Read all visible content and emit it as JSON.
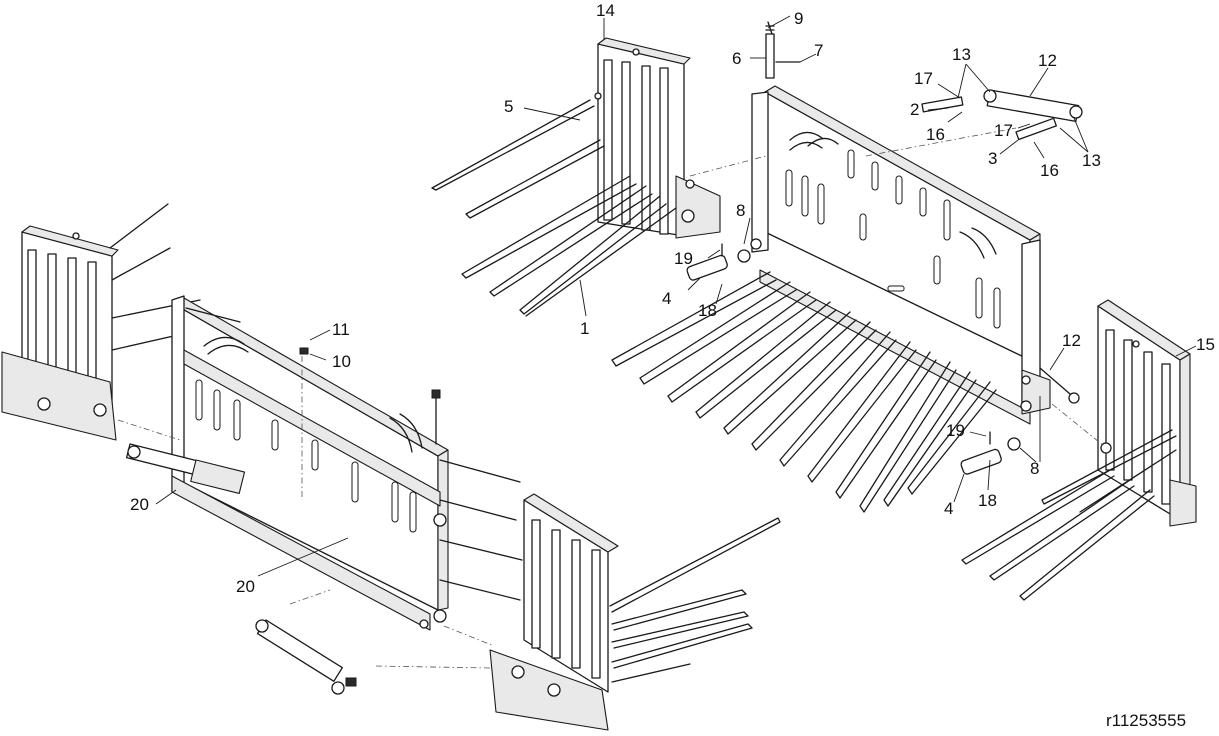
{
  "drawing_number": "r11253555",
  "callouts": {
    "c1": "1",
    "c2": "2",
    "c3": "3",
    "c4a": "4",
    "c4b": "4",
    "c5": "5",
    "c6": "6",
    "c7": "7",
    "c8a": "8",
    "c8b": "8",
    "c9": "9",
    "c10": "10",
    "c11": "11",
    "c12a": "12",
    "c12b": "12",
    "c13a": "13",
    "c13b": "13",
    "c14": "14",
    "c15": "15",
    "c16a": "16",
    "c16b": "16",
    "c17a": "17",
    "c17b": "17",
    "c18a": "18",
    "c18b": "18",
    "c19a": "19",
    "c19b": "19",
    "c20a": "20",
    "c20b": "20"
  }
}
